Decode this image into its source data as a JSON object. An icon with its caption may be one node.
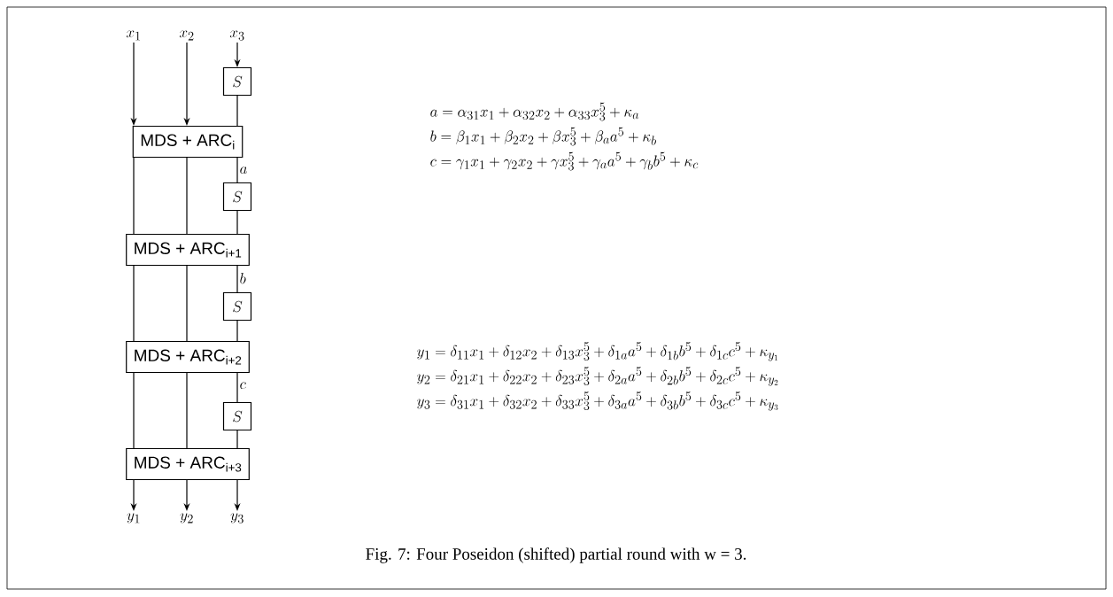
{
  "diagram": {
    "caption": "Fig. 7: Four Poseidon (shifted) partial round with w = 3.",
    "nodes": [
      {
        "text": [
          "x_1"
        ]
      },
      {
        "text": [
          "x_2"
        ]
      },
      {
        "text": [
          "x_3"
        ]
      },
      {
        "text": [
          "S"
        ]
      },
      {
        "text": [
          "MDS + ARC$_{i}$"
        ]
      },
      {
        "text": [
          "S"
        ]
      },
      {
        "text": [
          "MDS + ARC$_{i+1}$"
        ]
      },
      {
        "text": [
          "S"
        ]
      },
      {
        "text": [
          "MDS + ARC$_{i+2}$"
        ]
      },
      {
        "text": [
          "S"
        ]
      },
      {
        "text": [
          "MDS + ARC$_{i+3}$"
        ]
      },
      {
        "text": [
          "y_1"
        ]
      },
      {
        "text": [
          "y_2"
        ]
      },
      {
        "text": [
          "y_3"
        ]
      }
    ],
    "edges": [
      {
        "from": 0,
        "to": 4,
        "arrow": "to"
      },
      {
        "from": 1,
        "to": 4,
        "arrow": "to"
      },
      {
        "from": 2,
        "to": 3,
        "arrow": "to"
      },
      {
        "from": 3,
        "to": 4,
        "arrow": "none"
      },
      {
        "from": 4,
        "to": 5,
        "arrow": "none",
        "label": "a"
      },
      {
        "from": 4,
        "to": 6,
        "arrow": "none"
      },
      {
        "from": 4,
        "to": 6,
        "arrow": "none"
      },
      {
        "from": 5,
        "to": 6,
        "arrow": "none"
      },
      {
        "from": 6,
        "to": 7,
        "arrow": "none",
        "label": "b"
      },
      {
        "from": 6,
        "to": 8,
        "arrow": "none"
      },
      {
        "from": 6,
        "to": 8,
        "arrow": "none"
      },
      {
        "from": 7,
        "to": 8,
        "arrow": "none"
      },
      {
        "from": 8,
        "to": 9,
        "arrow": "none",
        "label": "c"
      },
      {
        "from": 8,
        "to": 10,
        "arrow": "none"
      },
      {
        "from": 8,
        "to": 10,
        "arrow": "none"
      },
      {
        "from": 9,
        "to": 10,
        "arrow": "none"
      },
      {
        "from": 10,
        "to": 11,
        "arrow": "to"
      },
      {
        "from": 10,
        "to": 12,
        "arrow": "to"
      },
      {
        "from": 10,
        "to": 13,
        "arrow": "to"
      }
    ],
    "labels": [
      "a = \\alpha_{31}x_1 + \\alpha_{32}x_2 + \\alpha_{33}x_3^5 + \\kappa_a",
      "b = \\beta_1 x_1 + \\beta_2 x_2 + \\beta x_3^5 + \\beta_a a^5 + \\kappa_b",
      "c = \\gamma_1 x_1 + \\gamma_2 x_2 + \\gamma x_3^5 + \\gamma_a a^5 + \\gamma_b b^5 + \\kappa_c",
      "y_1 = \\delta_{11}x_1 + \\delta_{12}x_2 + \\delta_{13}x_3^5 + \\delta_{1a}a^5 + \\delta_{1b}b^5 + \\delta_{1c}c^5 + \\kappa_{y_1}",
      "y_2 = \\delta_{21}x_1 + \\delta_{22}x_2 + \\delta_{23}x_3^5 + \\delta_{2a}a^5 + \\delta_{2b}b^5 + \\delta_{2c}c^5 + \\kappa_{y_2}",
      "y_3 = \\delta_{31}x_1 + \\delta_{32}x_2 + \\delta_{33}x_3^5 + \\delta_{3a}a^5 + \\delta_{3b}b^5 + \\delta_{3c}c^5 + \\kappa_{y_3}"
    ]
  }
}
